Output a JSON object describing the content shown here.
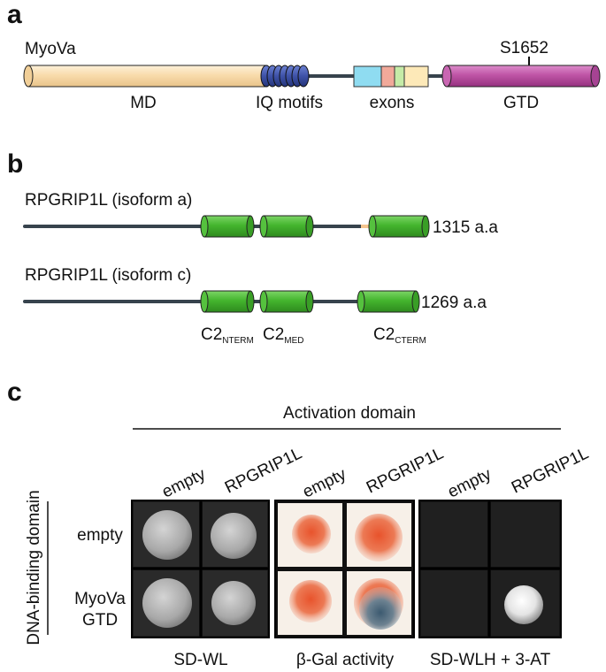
{
  "panel_a": {
    "letter": "a",
    "protein_name": "MyoVa",
    "site_label": "S1652",
    "domains": [
      "MD",
      "IQ motifs",
      "exons",
      "GTD"
    ],
    "colors": {
      "md": "#f9dcac",
      "iq": "#3e52a8",
      "exon1": "#8fdcf1",
      "exon2": "#f1a99a",
      "exon3": "#c5eba7",
      "exon4": "#fde9b8",
      "gtd": "#bf55a6",
      "linker": "#37434d"
    }
  },
  "panel_b": {
    "letter": "b",
    "isoforms": [
      {
        "name": "RPGRIP1L (isoform a)",
        "length": "1315 a.a"
      },
      {
        "name": "RPGRIP1L (isoform c)",
        "length": "1269 a.a"
      }
    ],
    "domain_labels": [
      {
        "base": "C2",
        "sub": "NTERM"
      },
      {
        "base": "C2",
        "sub": "MED"
      },
      {
        "base": "C2",
        "sub": "CTERM"
      }
    ],
    "colors": {
      "c2": "#44b52e",
      "insert": "#f5c58f",
      "line": "#37434d"
    }
  },
  "panel_c": {
    "letter": "c",
    "header": "Activation domain",
    "column_labels": [
      "empty",
      "RPGRIP1L",
      "empty",
      "RPGRIP1L",
      "empty",
      "RPGRIP1L"
    ],
    "side_title": "DNA-binding domain",
    "row_labels": [
      "empty",
      "MyoVa\nGTD"
    ],
    "row_label_lines": [
      [
        "empty"
      ],
      [
        "MyoVa",
        "GTD"
      ]
    ],
    "conditions": [
      "SD-WL",
      "β-Gal activity",
      "SD-WLH + 3-AT"
    ]
  }
}
